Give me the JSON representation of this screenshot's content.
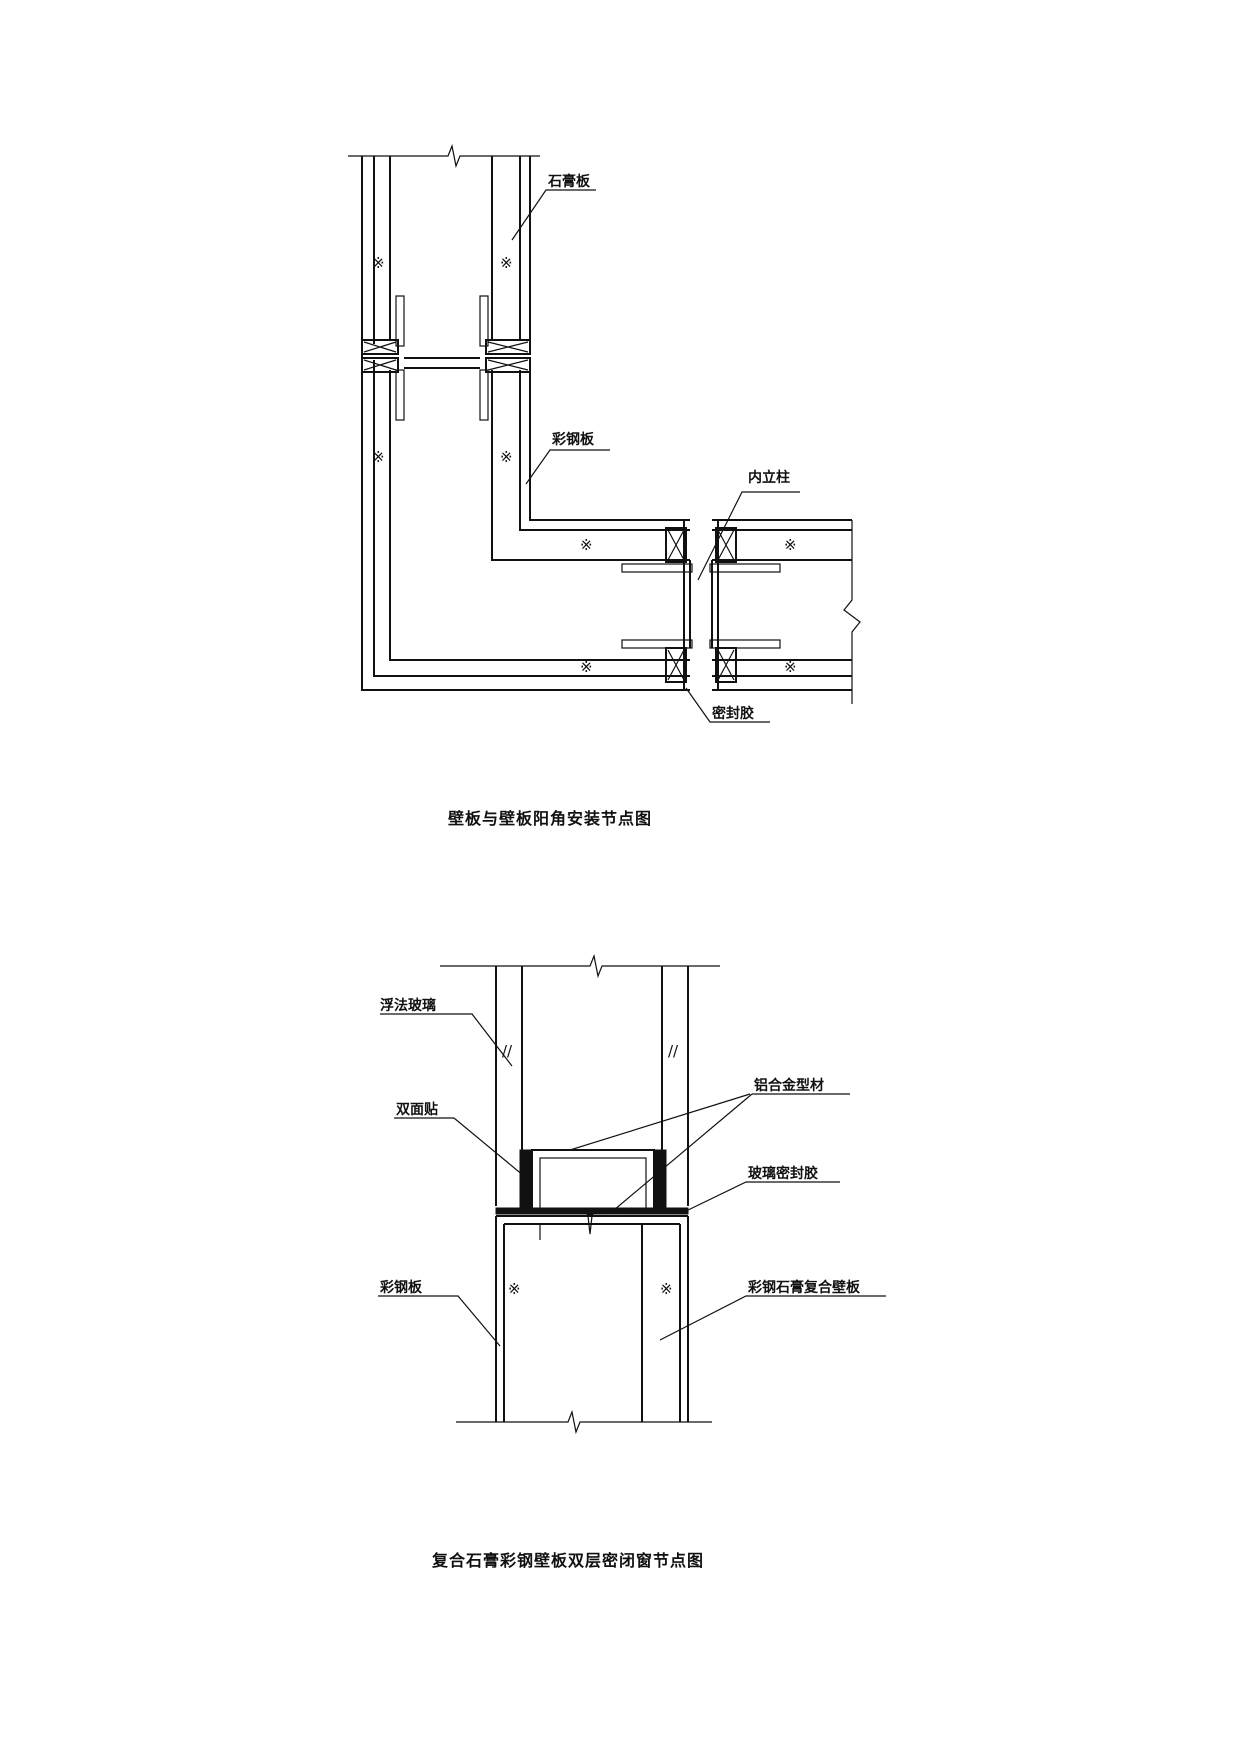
{
  "figure1": {
    "labels": {
      "gypsum_board": "石膏板",
      "steel_panel": "彩钢板",
      "inner_post": "内立柱",
      "sealant": "密封胶"
    },
    "core_symbol": "※",
    "caption": "壁板与壁板阳角安装节点图"
  },
  "figure2": {
    "labels": {
      "float_glass": "浮法玻璃",
      "double_tape": "双面贴",
      "aluminum_profile": "铝合金型材",
      "glass_sealant": "玻璃密封胶",
      "steel_panel": "彩钢板",
      "composite_panel": "彩钢石膏复合壁板"
    },
    "glass_symbol": "//",
    "core_symbol": "※",
    "caption": "复合石膏彩钢壁板双层密闭窗节点图"
  }
}
